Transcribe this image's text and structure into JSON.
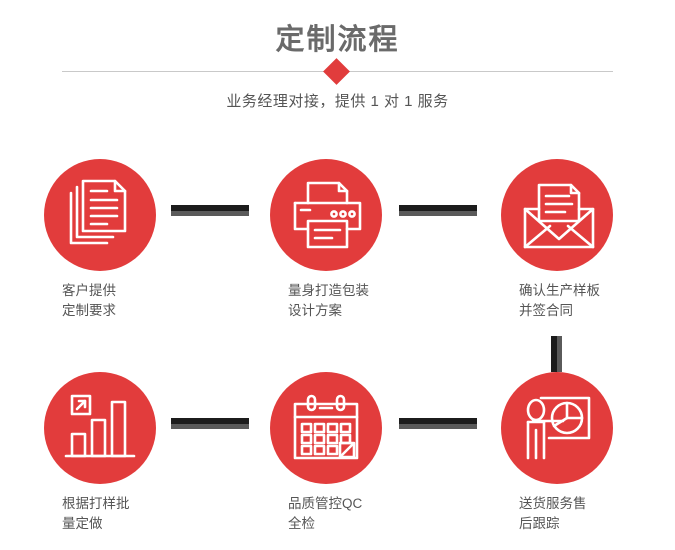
{
  "header": {
    "title": "定制流程",
    "subtitle": "业务经理对接，提供 1 对 1 服务",
    "divider_icon": "diamond-marker",
    "accent_color": "#e23c3c",
    "title_color": "#6a6a6a",
    "subtitle_color": "#555555",
    "divider_color": "#c9c9c9"
  },
  "flow": {
    "connector_dark_color": "#1c1c1c",
    "connector_light_color": "#5a5a5a",
    "steps": [
      {
        "index": "1",
        "icon": "documents-icon",
        "label": "客户提供\n定制要求"
      },
      {
        "index": "2",
        "icon": "printer-icon",
        "label": "量身打造包装\n设计方案"
      },
      {
        "index": "3",
        "icon": "envelope-document-icon",
        "label": "确认生产样板\n并签合同"
      },
      {
        "index": "4",
        "icon": "bar-chart-growth-icon",
        "label": "根据打样批\n量定做"
      },
      {
        "index": "5",
        "icon": "calendar-check-icon",
        "label": "品质管控QC\n全检"
      },
      {
        "index": "6",
        "icon": "presenter-pie-chart-icon",
        "label": "送货服务售\n后跟踪"
      }
    ],
    "connectors": [
      {
        "name": "connector-step1-step2",
        "orientation": "horizontal"
      },
      {
        "name": "connector-step2-step3",
        "orientation": "horizontal"
      },
      {
        "name": "connector-step4-step5",
        "orientation": "horizontal"
      },
      {
        "name": "connector-step5-step6",
        "orientation": "horizontal"
      },
      {
        "name": "connector-step3-step6",
        "orientation": "vertical"
      }
    ]
  }
}
